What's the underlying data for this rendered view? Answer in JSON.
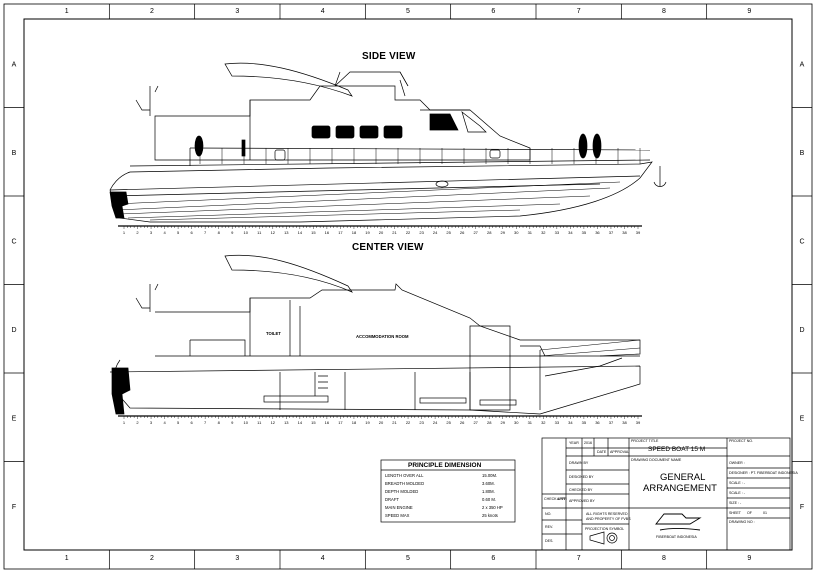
{
  "views": {
    "side_title": "SIDE VIEW",
    "center_title": "CENTER VIEW"
  },
  "grid": {
    "cols": [
      "1",
      "2",
      "3",
      "4",
      "5",
      "6",
      "7",
      "8",
      "9"
    ],
    "rows": [
      "A",
      "B",
      "C",
      "D",
      "E",
      "F"
    ]
  },
  "ruler_numbers": [
    "1",
    "2",
    "3",
    "4",
    "5",
    "6",
    "7",
    "8",
    "9",
    "10",
    "11",
    "12",
    "13",
    "14",
    "15",
    "16",
    "17",
    "18",
    "19",
    "20",
    "21",
    "22",
    "23",
    "24",
    "25",
    "26",
    "27",
    "28",
    "29",
    "30",
    "31",
    "32",
    "33",
    "34",
    "35",
    "36",
    "37",
    "38",
    "39"
  ],
  "rooms": {
    "toilet": "TOILET",
    "accommodation": "ACCOMMODATION ROOM"
  },
  "principle": {
    "title": "PRINCIPLE DIMENSION",
    "rows": [
      {
        "label": "LENGTH OVER ALL",
        "value": "15.00M."
      },
      {
        "label": "BREADTH MOLDED",
        "value": "3.60M."
      },
      {
        "label": "DEPTH MOLDED",
        "value": "1.80M."
      },
      {
        "label": "DRAFT",
        "value": "0.60 M."
      },
      {
        "label": "MAIN ENGINE",
        "value": "2 x 350 HP"
      },
      {
        "label": "SPEED MAX",
        "value": "25 knots"
      }
    ]
  },
  "titleblock": {
    "year_label": "YEAR",
    "year_value": "2016",
    "date_label": "DATE",
    "approval_label": "APPROVAL",
    "project_title_label": "PROJECT TITLE",
    "project_title": "SPEED BOAT 15 M",
    "drawing_title_label": "DRAWING DOCUMENT NAME",
    "drawing_title_line1": "GENERAL",
    "drawing_title_line2": "ARRANGEMENT",
    "drawn_by": "DRAWN BY",
    "designed_by": "DESIGNED BY",
    "checked_by": "CHECKED BY",
    "approved_by": "APPROVED BY",
    "check_label": "CHECK LIST",
    "appr_label": "APPR",
    "rev_labels": [
      "NO.",
      "REV.",
      "DES."
    ],
    "rights_line1": "ALL RIGHTS RESERVED",
    "rights_line2": "AND PROPERTY OF FVBS",
    "projection_label": "PROJECTION SYMBOL",
    "company": "FIBERBOAT INDONESIA",
    "project_no_label": "PROJECT NO.",
    "owner_label": "OWNER :",
    "designer_label": "DESIGNER : PT. FIBERBOAT INDONESIA",
    "scale_label": "SCALE : -",
    "scale2_label": "SCALE : -",
    "size_label": "SIZE : -",
    "sheet_label": "SHEET",
    "sheet_value": "01",
    "sheet_of": "OF",
    "drawing_no_label": "DRAWING NO :"
  }
}
